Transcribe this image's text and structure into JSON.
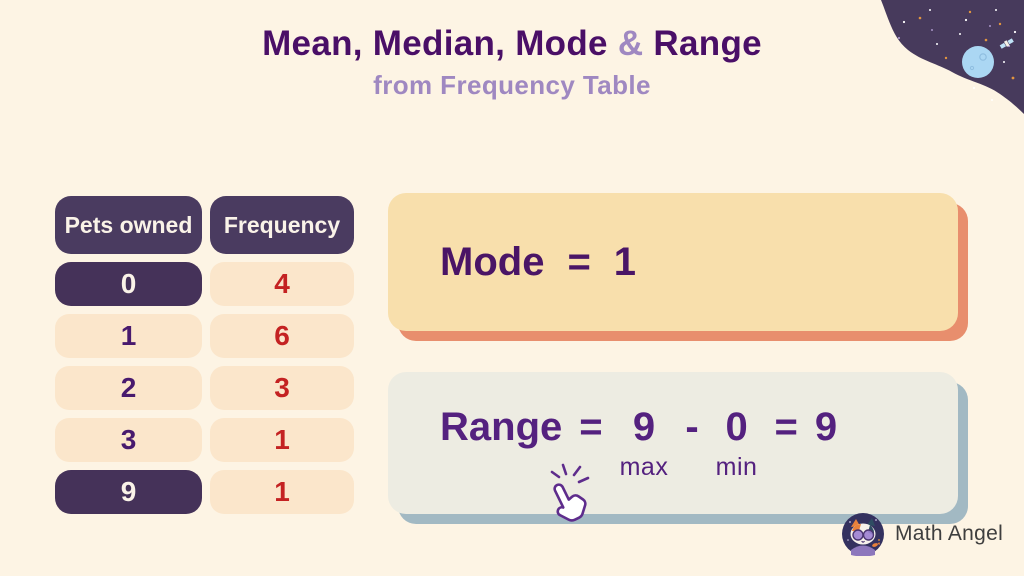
{
  "title": {
    "main_prefix": "Mean, Median, Mode ",
    "ampersand": "&",
    "main_suffix": " Range"
  },
  "subtitle": "from Frequency Table",
  "frequency_table": {
    "headers": [
      "Pets owned",
      "Frequency"
    ],
    "rows": [
      {
        "pets": "0",
        "frequency": "4",
        "highlighted": true
      },
      {
        "pets": "1",
        "frequency": "6",
        "highlighted": false
      },
      {
        "pets": "2",
        "frequency": "3",
        "highlighted": false
      },
      {
        "pets": "3",
        "frequency": "1",
        "highlighted": false
      },
      {
        "pets": "9",
        "frequency": "1",
        "highlighted": true
      }
    ]
  },
  "mode_card": {
    "label": "Mode",
    "equals": "=",
    "value": "1"
  },
  "range_card": {
    "label": "Range",
    "equals": "=",
    "max_value": "9",
    "max_label": "max",
    "minus": "-",
    "min_value": "0",
    "min_label": "min",
    "equals2": "=",
    "result": "9"
  },
  "footer": {
    "brand": "Math Angel"
  },
  "icons": {
    "top_right_decoration": "space-blob-with-planet-and-satellite",
    "range_hint": "click-hand-icon",
    "brand_logo": "cat-with-glasses-icon"
  },
  "colors": {
    "background": "#FDF4E4",
    "title_purple": "#4A0F67",
    "lavender": "#9F88C1",
    "dark_purple": "#4A3B60",
    "highlight_cell_purple": "#453259",
    "cream_cell": "#FBE6CB",
    "frequency_red": "#C42222",
    "mode_card_bg": "#F8DFAC",
    "mode_card_shadow": "#E88E6D",
    "range_card_bg": "#EDECE2",
    "range_card_shadow": "#A2B9C3",
    "equation_purple": "#54217F"
  }
}
